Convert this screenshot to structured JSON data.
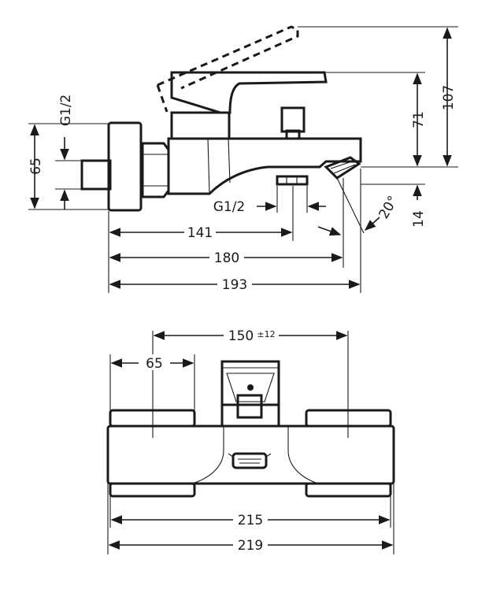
{
  "side_view": {
    "thread_left": "G1/2",
    "thread_bottom": "G1/2",
    "dim_65": "65",
    "dim_71": "71",
    "dim_107": "107",
    "dim_14": "14",
    "angle": "20°",
    "dim_141": "141",
    "dim_180": "180",
    "dim_193": "193"
  },
  "top_view": {
    "dim_150": "150",
    "dim_150_tolerance": "±12",
    "dim_65": "65",
    "dim_215": "215",
    "dim_219": "219"
  },
  "colors": {
    "line": "#1a1a1a",
    "background": "#ffffff"
  }
}
